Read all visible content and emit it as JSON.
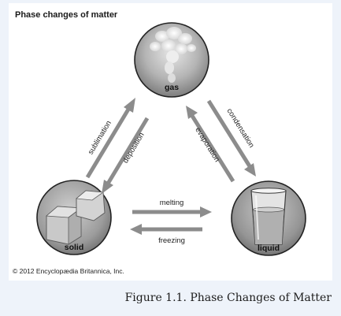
{
  "title": "Phase changes of matter",
  "states": {
    "gas": "gas",
    "solid": "solid",
    "liquid": "liquid"
  },
  "transitions": {
    "sublimation": "sublimation",
    "deposition": "deposition",
    "condensation": "condensation",
    "evaporation": "evaporation",
    "melting": "melting",
    "freezing": "freezing"
  },
  "credit": "© 2012 Encyclopædia Britannica, Inc.",
  "caption": "Figure 1.1. Phase Changes of Matter",
  "colors": {
    "page_background": "#eef3fa",
    "panel_background": "#ffffff",
    "arrow": "#8c8c8c",
    "circle_fill": "#9a9a9a"
  }
}
